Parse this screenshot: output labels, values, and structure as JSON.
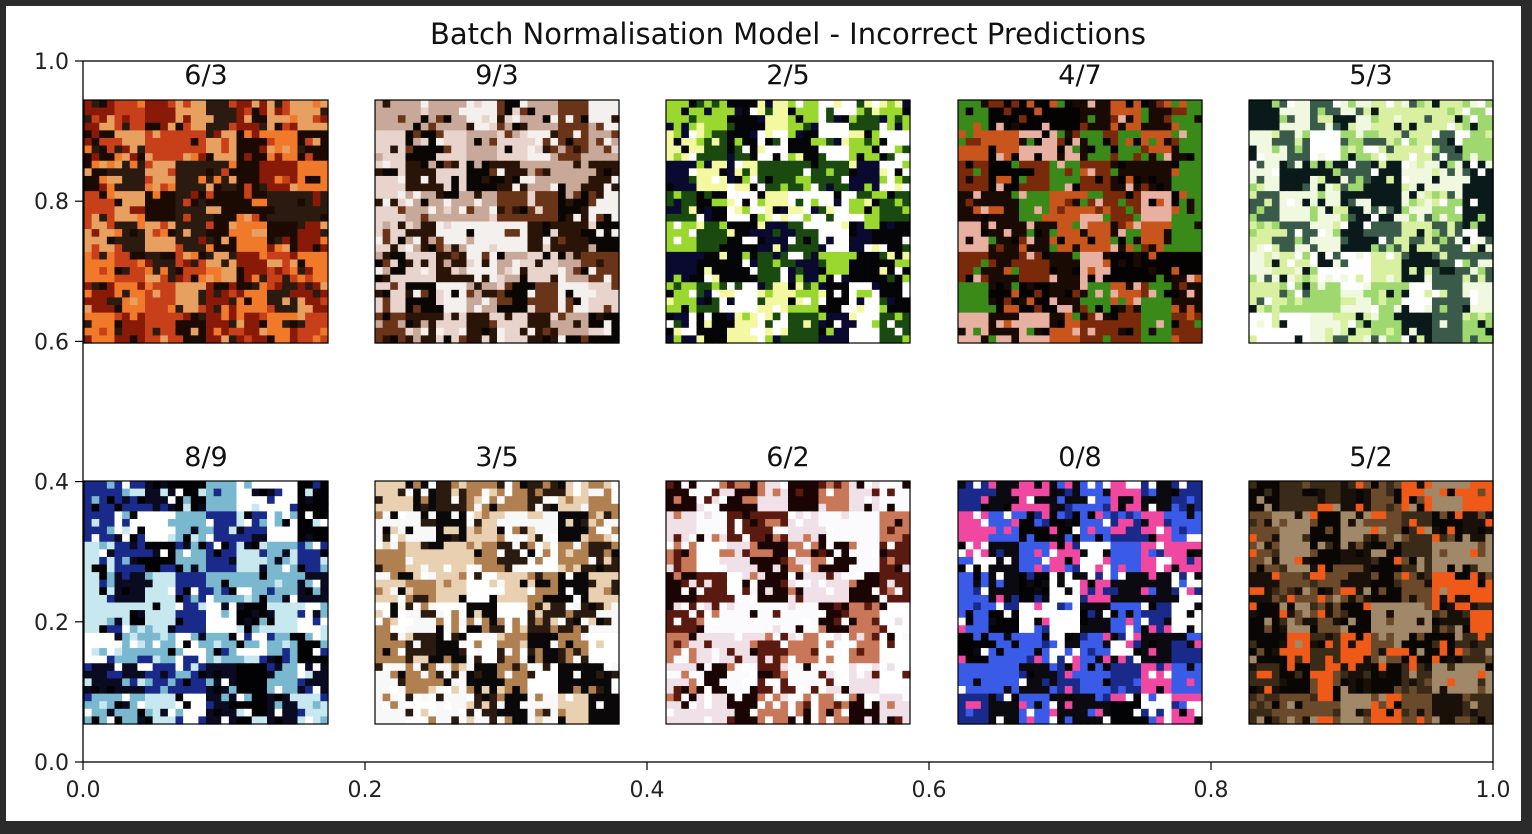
{
  "chart_data": {
    "type": "image-grid",
    "title": "Batch Normalisation Model - Incorrect Predictions",
    "xlim": [
      0.0,
      1.0
    ],
    "ylim": [
      0.0,
      1.0
    ],
    "xticks": [
      "0.0",
      "0.2",
      "0.4",
      "0.6",
      "0.8",
      "1.0"
    ],
    "yticks": [
      "0.0",
      "0.2",
      "0.4",
      "0.6",
      "0.8",
      "1.0"
    ],
    "grid": false,
    "rows": 2,
    "cols": 5,
    "panels": [
      {
        "label": "6/3",
        "palette": [
          "#1a0a02",
          "#c8401a",
          "#f07a2a",
          "#8a1a08",
          "#2a1a10",
          "#e8a060"
        ]
      },
      {
        "label": "9/3",
        "palette": [
          "#0a0604",
          "#f4f0ee",
          "#6a3418",
          "#c8a898",
          "#2a1408",
          "#e8d4cc"
        ]
      },
      {
        "label": "2/5",
        "palette": [
          "#050508",
          "#9ad830",
          "#f4f8a0",
          "#1a4a10",
          "#ffffff",
          "#0a0a30"
        ]
      },
      {
        "label": "4/7",
        "palette": [
          "#050302",
          "#c8561c",
          "#3a8a1a",
          "#7a2a0a",
          "#e8b0a0",
          "#1a0a04"
        ]
      },
      {
        "label": "5/3",
        "palette": [
          "#f0f8e0",
          "#0a1a1a",
          "#d8f0a0",
          "#3a5a4a",
          "#ffffff",
          "#a0d870"
        ]
      },
      {
        "label": "8/9",
        "palette": [
          "#020205",
          "#ffffff",
          "#7ab8d0",
          "#1a2a8a",
          "#0a0a20",
          "#c8e8f0"
        ]
      },
      {
        "label": "3/5",
        "palette": [
          "#f8f8f8",
          "#2a1a10",
          "#b08050",
          "#ffffff",
          "#0a0808",
          "#e8d0b0"
        ]
      },
      {
        "label": "6/2",
        "palette": [
          "#fbfbfe",
          "#1a0404",
          "#5a1a10",
          "#f0e0e8",
          "#c87858",
          "#ffffff"
        ]
      },
      {
        "label": "0/8",
        "palette": [
          "#030306",
          "#3a5ae8",
          "#ffffff",
          "#1a2a8a",
          "#f048a0",
          "#0a0a10"
        ]
      },
      {
        "label": "5/2",
        "palette": [
          "#0a0604",
          "#6a4a2a",
          "#f05a18",
          "#3a2a18",
          "#a08868",
          "#1a100a"
        ]
      }
    ]
  }
}
